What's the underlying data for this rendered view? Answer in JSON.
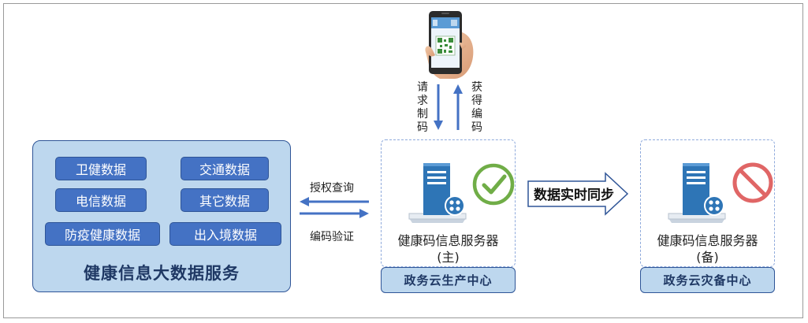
{
  "big_data_service": {
    "title": "健康信息大数据服务",
    "items": [
      "卫健数据",
      "交通数据",
      "电信数据",
      "其它数据",
      "防疫健康数据",
      "出入境数据"
    ]
  },
  "flows": {
    "query": "授权查询",
    "verify": "编码验证",
    "request": "请求制码",
    "obtain": "获得编码",
    "sync": "数据实时同步"
  },
  "primary_server": {
    "label": "健康码信息服务器",
    "role": "(主)",
    "center": "政务云生产中心",
    "status_icon": "check-circle-icon"
  },
  "backup_server": {
    "label": "健康码信息服务器",
    "role": "(备)",
    "center": "政务云灾备中心",
    "status_icon": "prohibited-icon"
  },
  "colors": {
    "panel_fill": "#bdd7ee",
    "tag_fill": "#4472c4",
    "arrow": "#4472c4",
    "check": "#70ad47",
    "prohibit": "#e06666"
  }
}
